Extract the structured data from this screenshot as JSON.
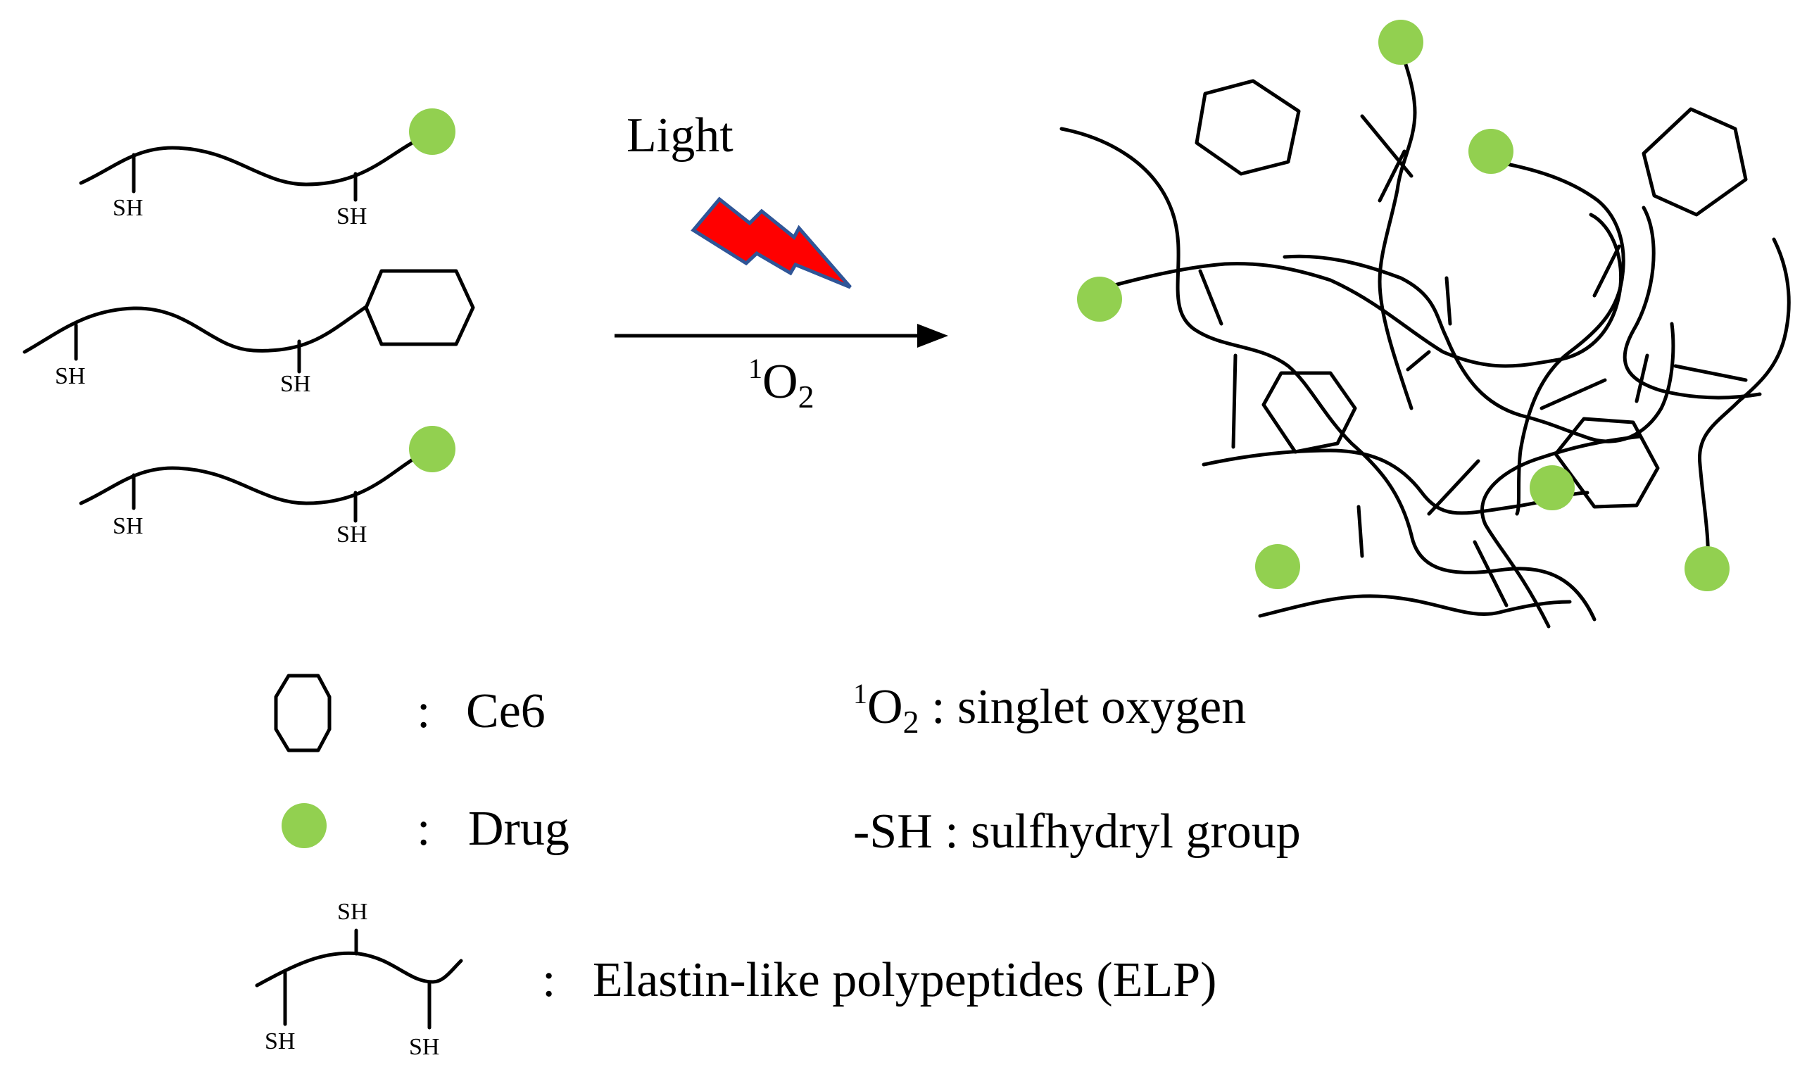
{
  "colors": {
    "drug": "#92D050",
    "lightning_fill": "#FF0000",
    "lightning_outline": "#2F5597",
    "line": "#000000",
    "background": "#FFFFFF"
  },
  "reaction": {
    "light_label": "Light",
    "oxygen_prefix": "1",
    "oxygen_main": "O",
    "oxygen_subscript": "2",
    "sulfhydryl_label": "SH"
  },
  "legend": {
    "colon": ":",
    "ce6": "Ce6",
    "drug": "Drug",
    "elp": "Elastin-like polypeptides (ELP)",
    "singlet_oxygen_prefix": "1",
    "singlet_oxygen_main": "O",
    "singlet_oxygen_subscript": "2",
    "singlet_oxygen_text": " : singlet oxygen",
    "sulfhydryl_text": "-SH : sulfhydryl group",
    "sh_label": "SH"
  },
  "icons": {
    "ce6_icon": "hexagon",
    "drug_icon": "green-circle",
    "light_icon": "lightning-bolt",
    "arrow_icon": "right-arrow"
  }
}
